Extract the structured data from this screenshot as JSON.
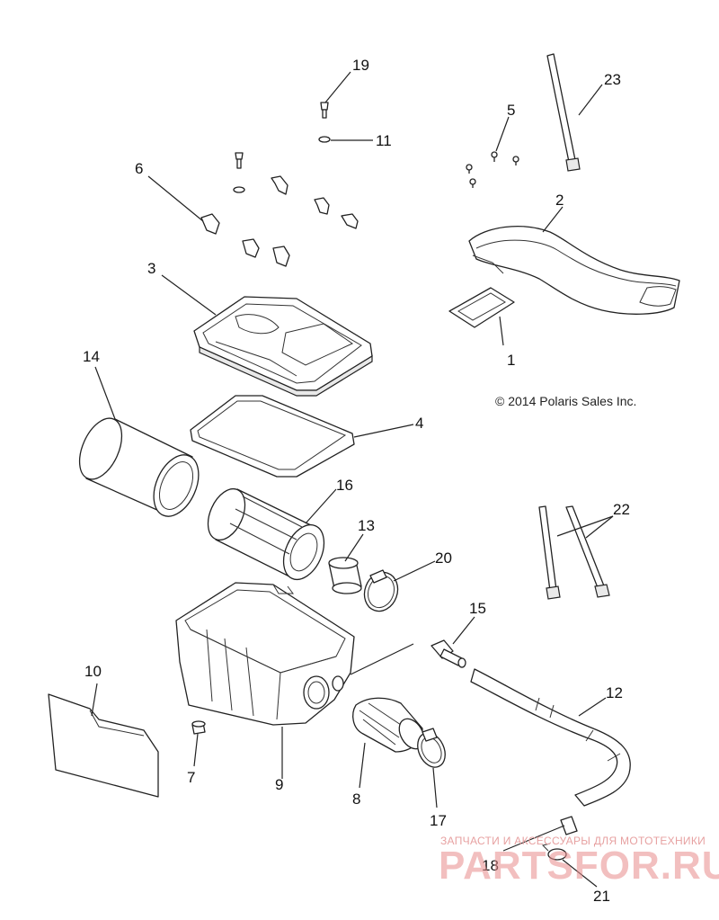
{
  "diagram": {
    "copyright": "© 2014 Polaris Sales Inc.",
    "callouts": [
      "1",
      "2",
      "3",
      "4",
      "5",
      "6",
      "7",
      "8",
      "9",
      "10",
      "11",
      "12",
      "13",
      "14",
      "15",
      "16",
      "17",
      "18",
      "19",
      "20",
      "21",
      "22",
      "23"
    ]
  },
  "watermark": {
    "tagline": "ЗАПЧАСТИ И АКСЕССУАРЫ ДЛЯ МОТОТЕХНИКИ",
    "brand": "PARTSFOR.RU"
  },
  "colors": {
    "line": "#222222",
    "watermark": "#e98c8c"
  }
}
